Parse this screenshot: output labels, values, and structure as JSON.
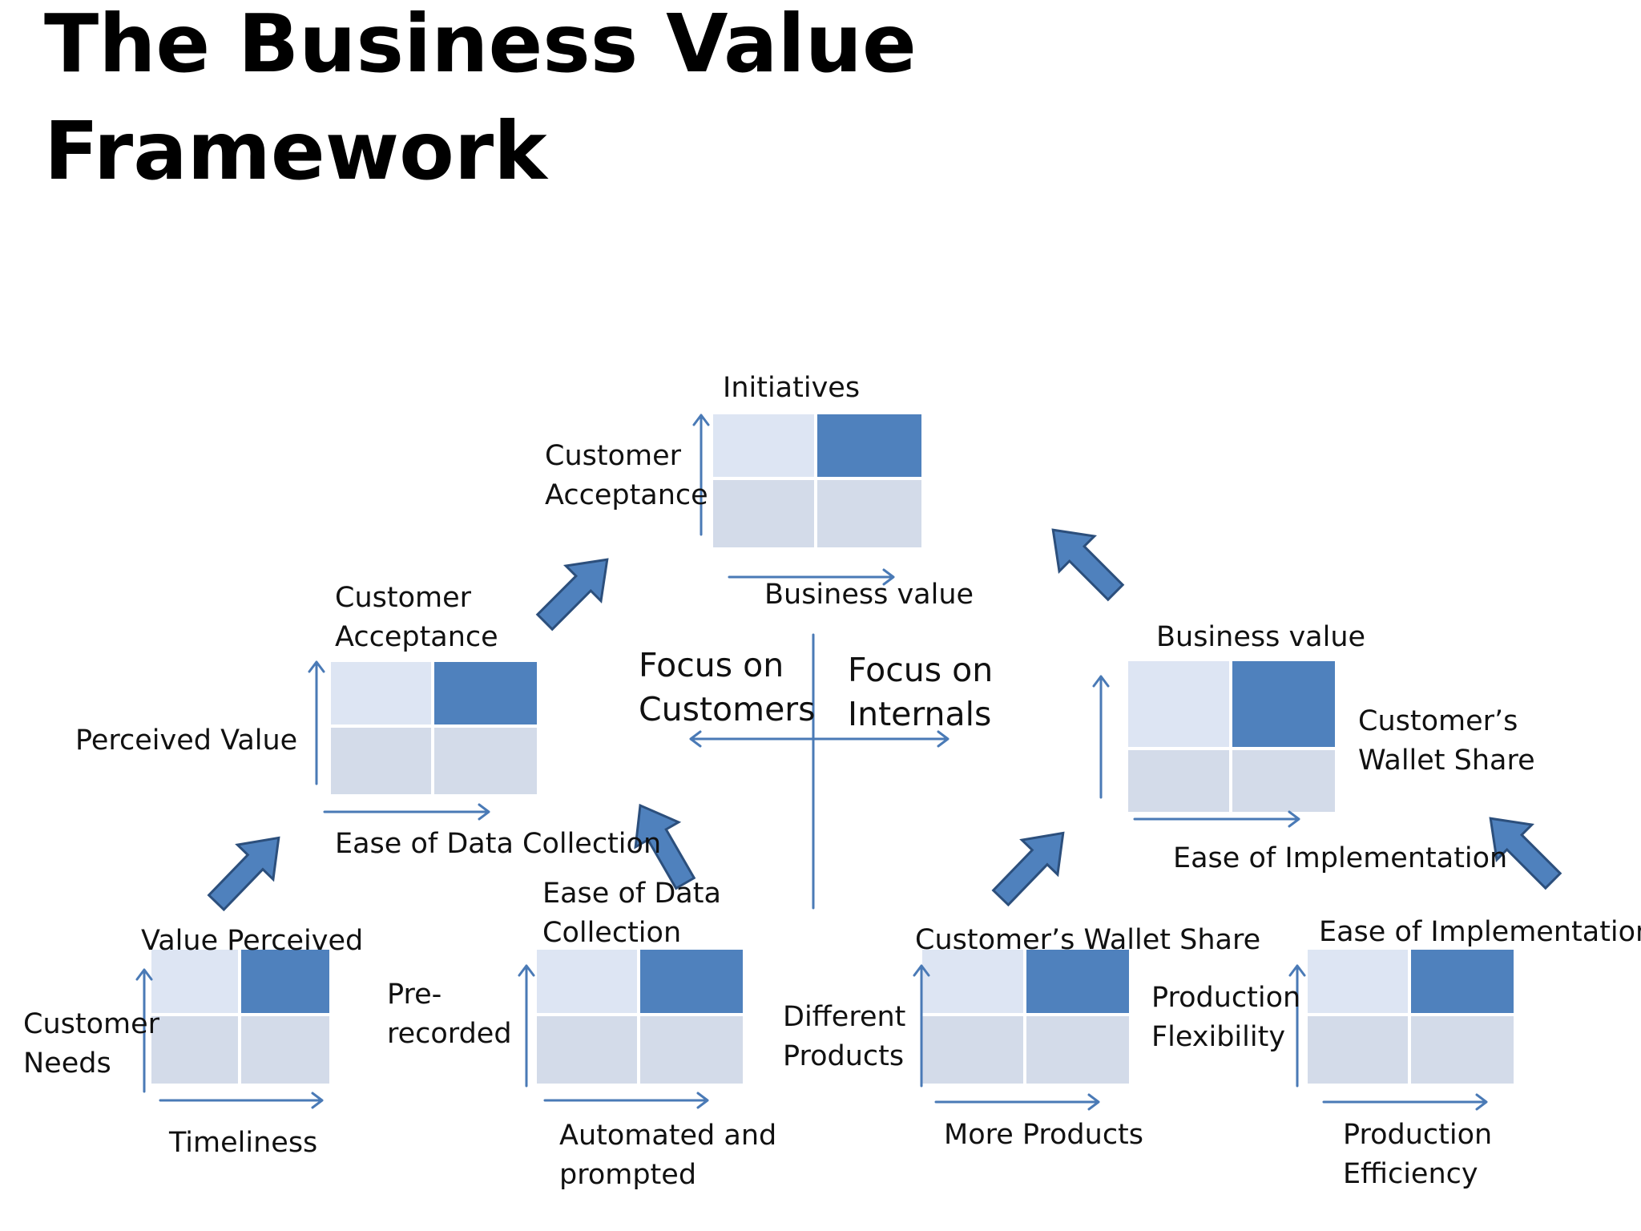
{
  "title": {
    "line1": "The Business Value",
    "line2": "Framework"
  },
  "colors": {
    "highlight_cell": "#4f81bd",
    "light_cell": "#dde5f3",
    "grey_cell": "#d3dbe9",
    "axis_line": "#4a7ab6",
    "block_arrow_fill": "#4f81bd",
    "block_arrow_stroke": "#2c4f7c"
  },
  "center": {
    "focus_customers": [
      "Focus on",
      "Customers"
    ],
    "focus_internals": [
      "Focus on",
      "Internals"
    ]
  },
  "matrices": {
    "top": {
      "title": "Initiatives",
      "y_label": [
        "Customer",
        "Acceptance"
      ],
      "x_label": [
        "Business value"
      ]
    },
    "mid_left": {
      "y_label_top": [
        "Customer",
        "Acceptance"
      ],
      "y_label_side": [
        "Perceived Value"
      ],
      "x_label": [
        "Ease of Data Collection"
      ]
    },
    "mid_right": {
      "title": "Business value",
      "y_label": [
        "Customer’s",
        "Wallet Share"
      ],
      "x_label": [
        "Ease of Implementation"
      ]
    },
    "bottom_1": {
      "title": "Value Perceived",
      "y_label": [
        "Customer",
        "Needs"
      ],
      "x_label": [
        "Timeliness"
      ]
    },
    "bottom_2": {
      "title": [
        "Ease of Data",
        "Collection"
      ],
      "y_label": [
        "Pre-",
        "recorded"
      ],
      "x_label": [
        "Automated and",
        "prompted"
      ]
    },
    "bottom_3": {
      "title": "Customer’s Wallet Share",
      "y_label": [
        "Different",
        "Products"
      ],
      "x_label": [
        "More Products"
      ]
    },
    "bottom_4": {
      "title": "Ease of Implementation",
      "y_label": [
        "Production",
        "Flexibility"
      ],
      "x_label": [
        "Production",
        "Efficiency"
      ]
    }
  },
  "icons": {
    "block_arrow": "block-arrow-icon",
    "thin_arrow": "thin-arrow-icon"
  }
}
